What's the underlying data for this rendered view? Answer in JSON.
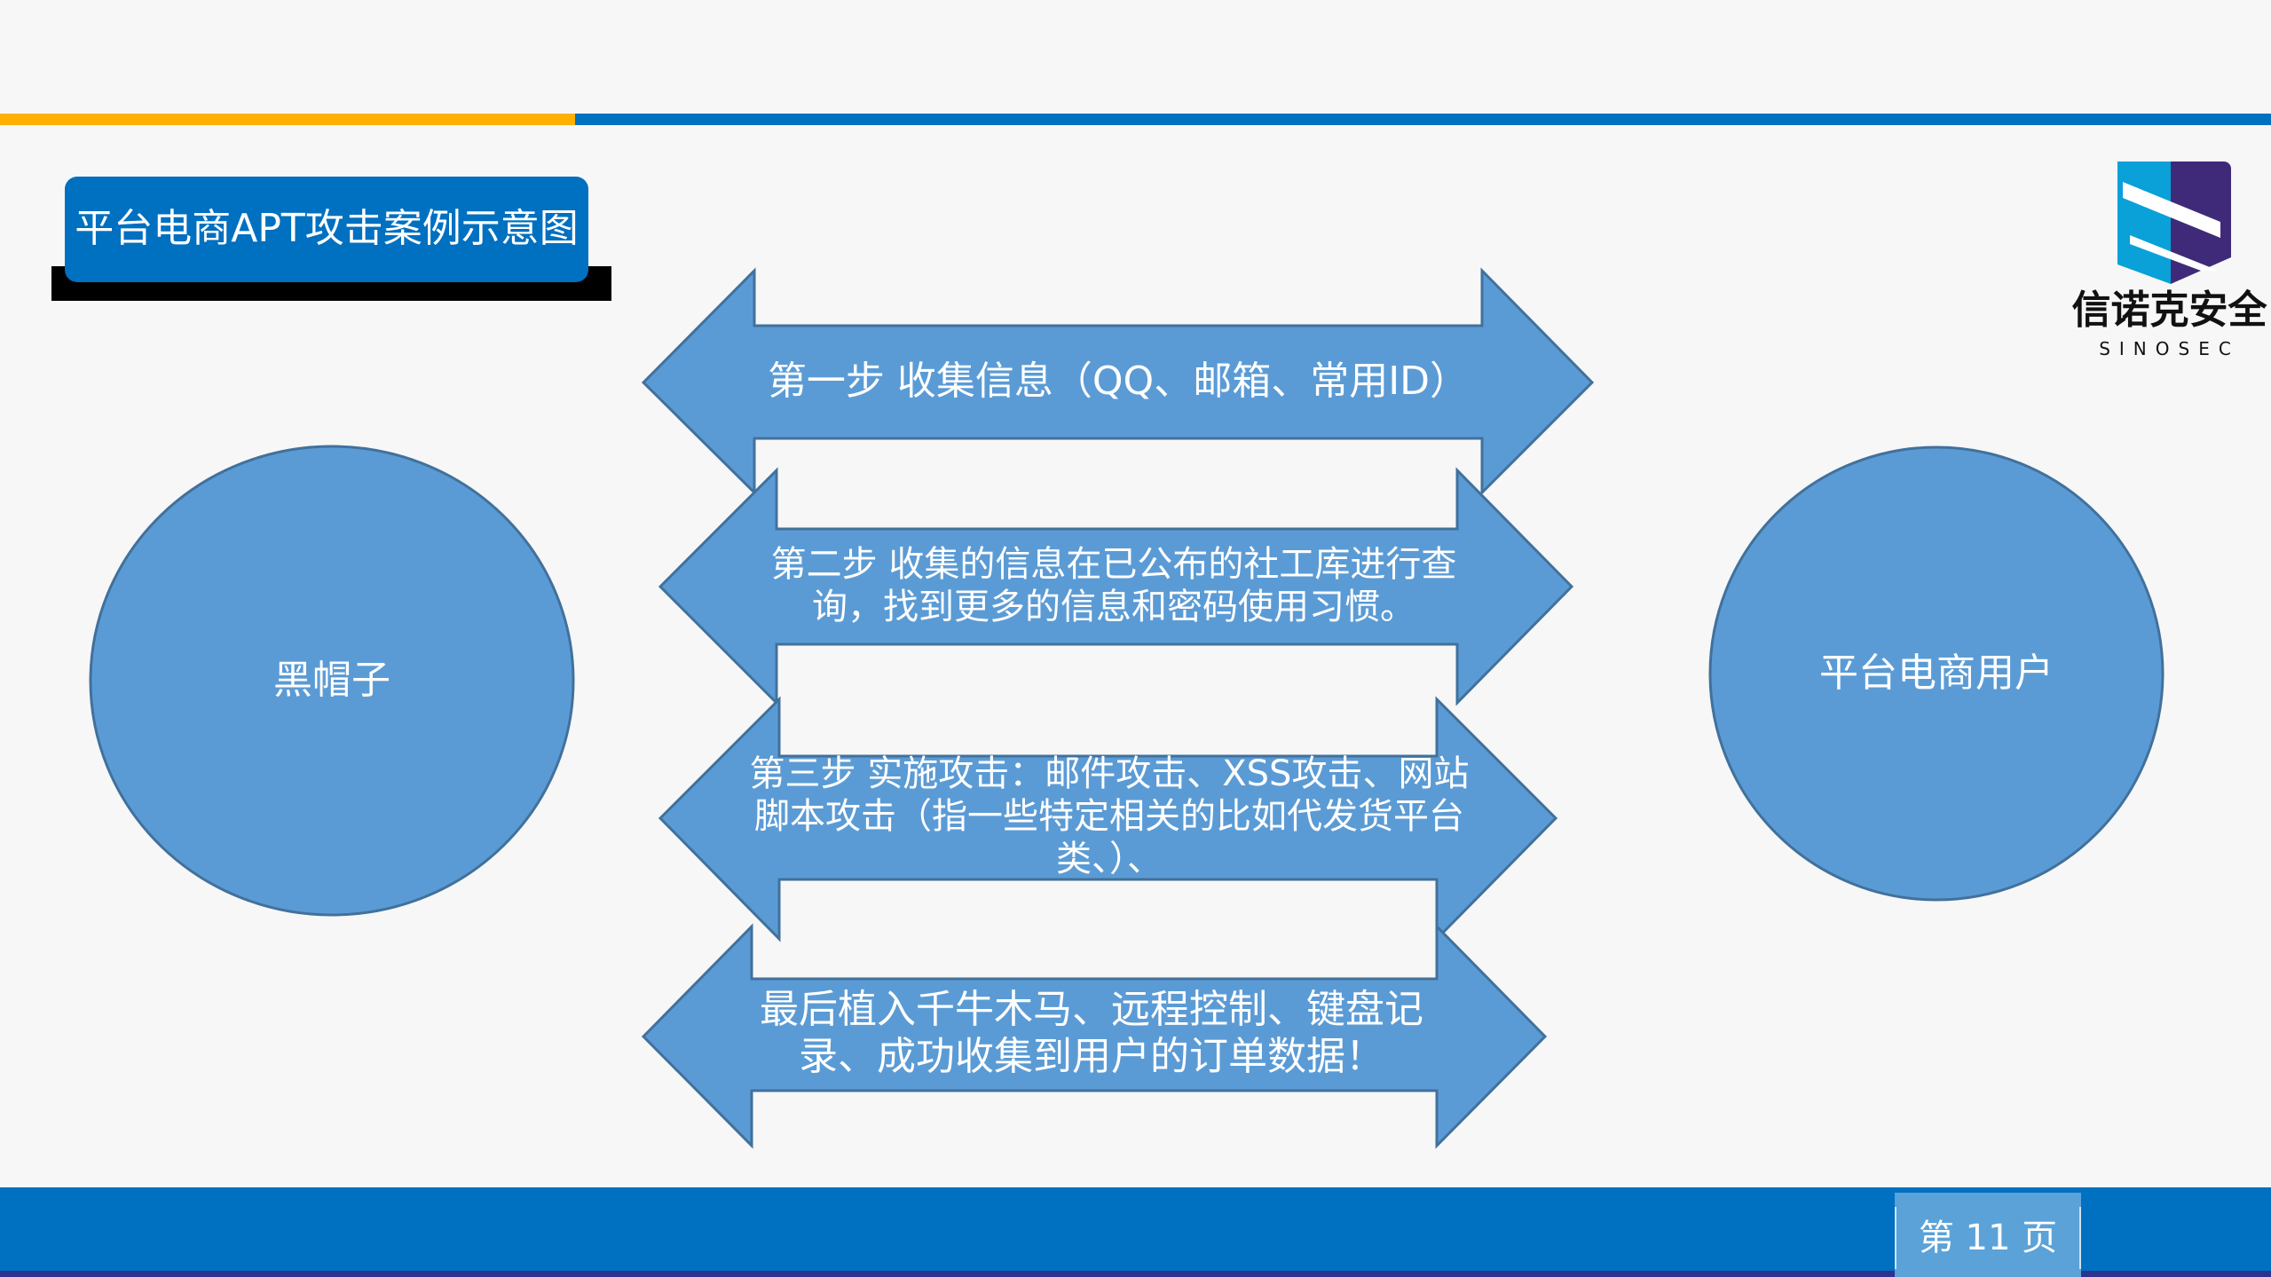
{
  "title": "平台电商APT攻击案例示意图",
  "logo": {
    "name_cn": "信诺克安全",
    "name_en": "SINOSEC"
  },
  "nodes": {
    "left": "黑帽子",
    "right": "平台电商用户"
  },
  "steps": [
    "第一步  收集信息（QQ、邮箱、常用ID）",
    "第二步  收集的信息在已公布的社工库进行查询，找到更多的信息和密码使用习惯。",
    "第三步  实施攻击：邮件攻击、XSS攻击、网站脚本攻击（指一些特定相关的比如代发货平台类、）、",
    "最后植入千牛木马、远程控制、键盘记录、成功收集到用户的订单数据！"
  ],
  "page": {
    "label": "第 11 页"
  },
  "colors": {
    "orange": "#ffb000",
    "blue": "#0070c0",
    "shape": "#5b9bd5",
    "shape_border": "#41719c"
  }
}
